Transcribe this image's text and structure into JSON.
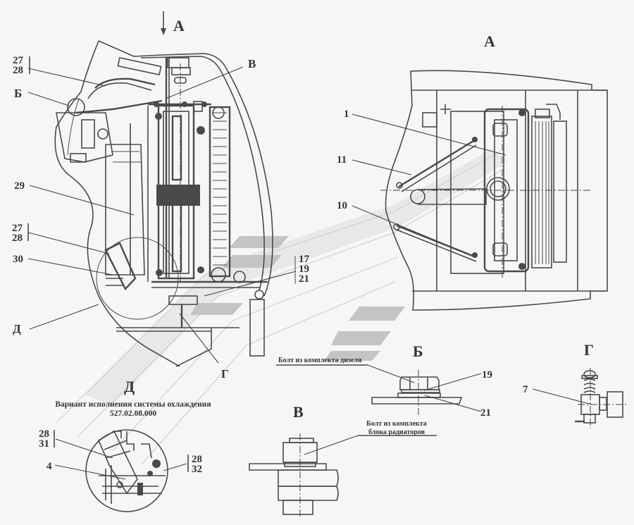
{
  "drawing": {
    "title": "Cooling system installation drawing",
    "colors": {
      "background": "#f6f6f6",
      "line": "#4a4a4a",
      "watermark": "#c4c4c4"
    }
  },
  "main_view": {
    "view_arrow_label": "А",
    "callouts": {
      "c27_28_top": [
        "27",
        "28"
      ],
      "b": "Б",
      "v": "В",
      "c29": "29",
      "c27_28_mid": [
        "27",
        "28"
      ],
      "c30": "30",
      "d": "Д",
      "c17_19_21": [
        "17",
        "19",
        "21"
      ],
      "g": "Г"
    }
  },
  "view_a": {
    "title": "А",
    "callouts": {
      "c1": "1",
      "c11": "11",
      "c10": "10"
    }
  },
  "detail_d": {
    "title": "Д",
    "caption_line1": "Вариант исполнения системы охлаждения",
    "caption_line2": "527.02.08.000",
    "callouts": {
      "c28_31": [
        "28",
        "31"
      ],
      "c4": "4",
      "c28_32": [
        "28",
        "32"
      ]
    }
  },
  "detail_b": {
    "title": "Б",
    "note": "Болт из комплекта дизеля",
    "callouts": {
      "c19": "19",
      "c21": "21"
    }
  },
  "detail_v": {
    "title": "В",
    "note_line1": "Болт из комплекта",
    "note_line2": "блока радиаторов"
  },
  "detail_g": {
    "title": "Г",
    "callouts": {
      "c7": "7"
    }
  }
}
